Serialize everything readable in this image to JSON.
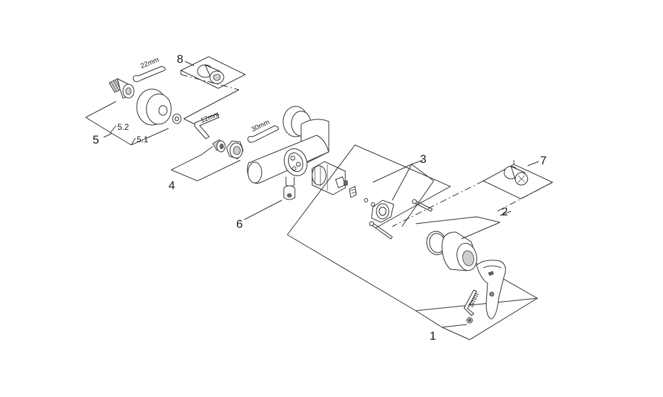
{
  "labels": {
    "part_1": "1",
    "part_2": "2",
    "part_3": "3",
    "part_4": "4",
    "part_5": "5",
    "part_5_1": "5.1",
    "part_5_2": "5.2",
    "part_6": "6",
    "part_7": "7",
    "part_8": "8"
  },
  "tools": {
    "wrench_22": "22mm",
    "hex_key_12": "12mm",
    "wrench_30": "30mm",
    "hex_key_3": "3mm"
  },
  "colors": {
    "line": "#2b2b2b",
    "shade": "#cfcfcf",
    "dark": "#6e6e6e"
  }
}
